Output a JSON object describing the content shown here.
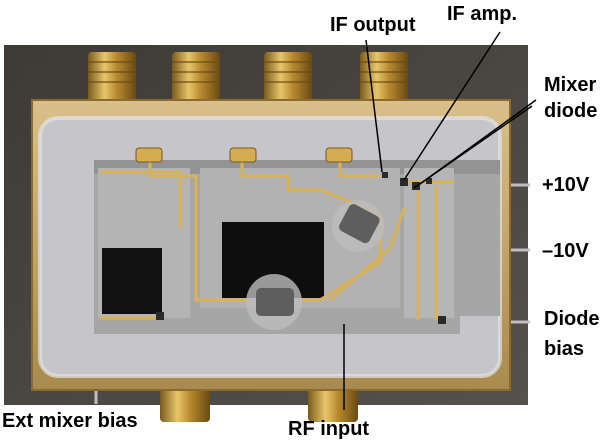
{
  "labels": {
    "if_output": "IF output",
    "if_amp": "IF amp.",
    "mixer_diode_line1": "Mixer",
    "mixer_diode_line2": "diode",
    "plus_10v": "+10V",
    "minus_10v": "–10V",
    "diode_bias_line1": "Diode",
    "diode_bias_line2": "bias",
    "ext_mixer_bias": "Ext mixer bias",
    "rf_input": "RF input"
  },
  "colors": {
    "gold": "#c9a24a",
    "aluminum": "#a9a9a9",
    "epoxy": "#c8c8cc",
    "microstrip": "#d8b25a",
    "absorber": "#111111"
  }
}
